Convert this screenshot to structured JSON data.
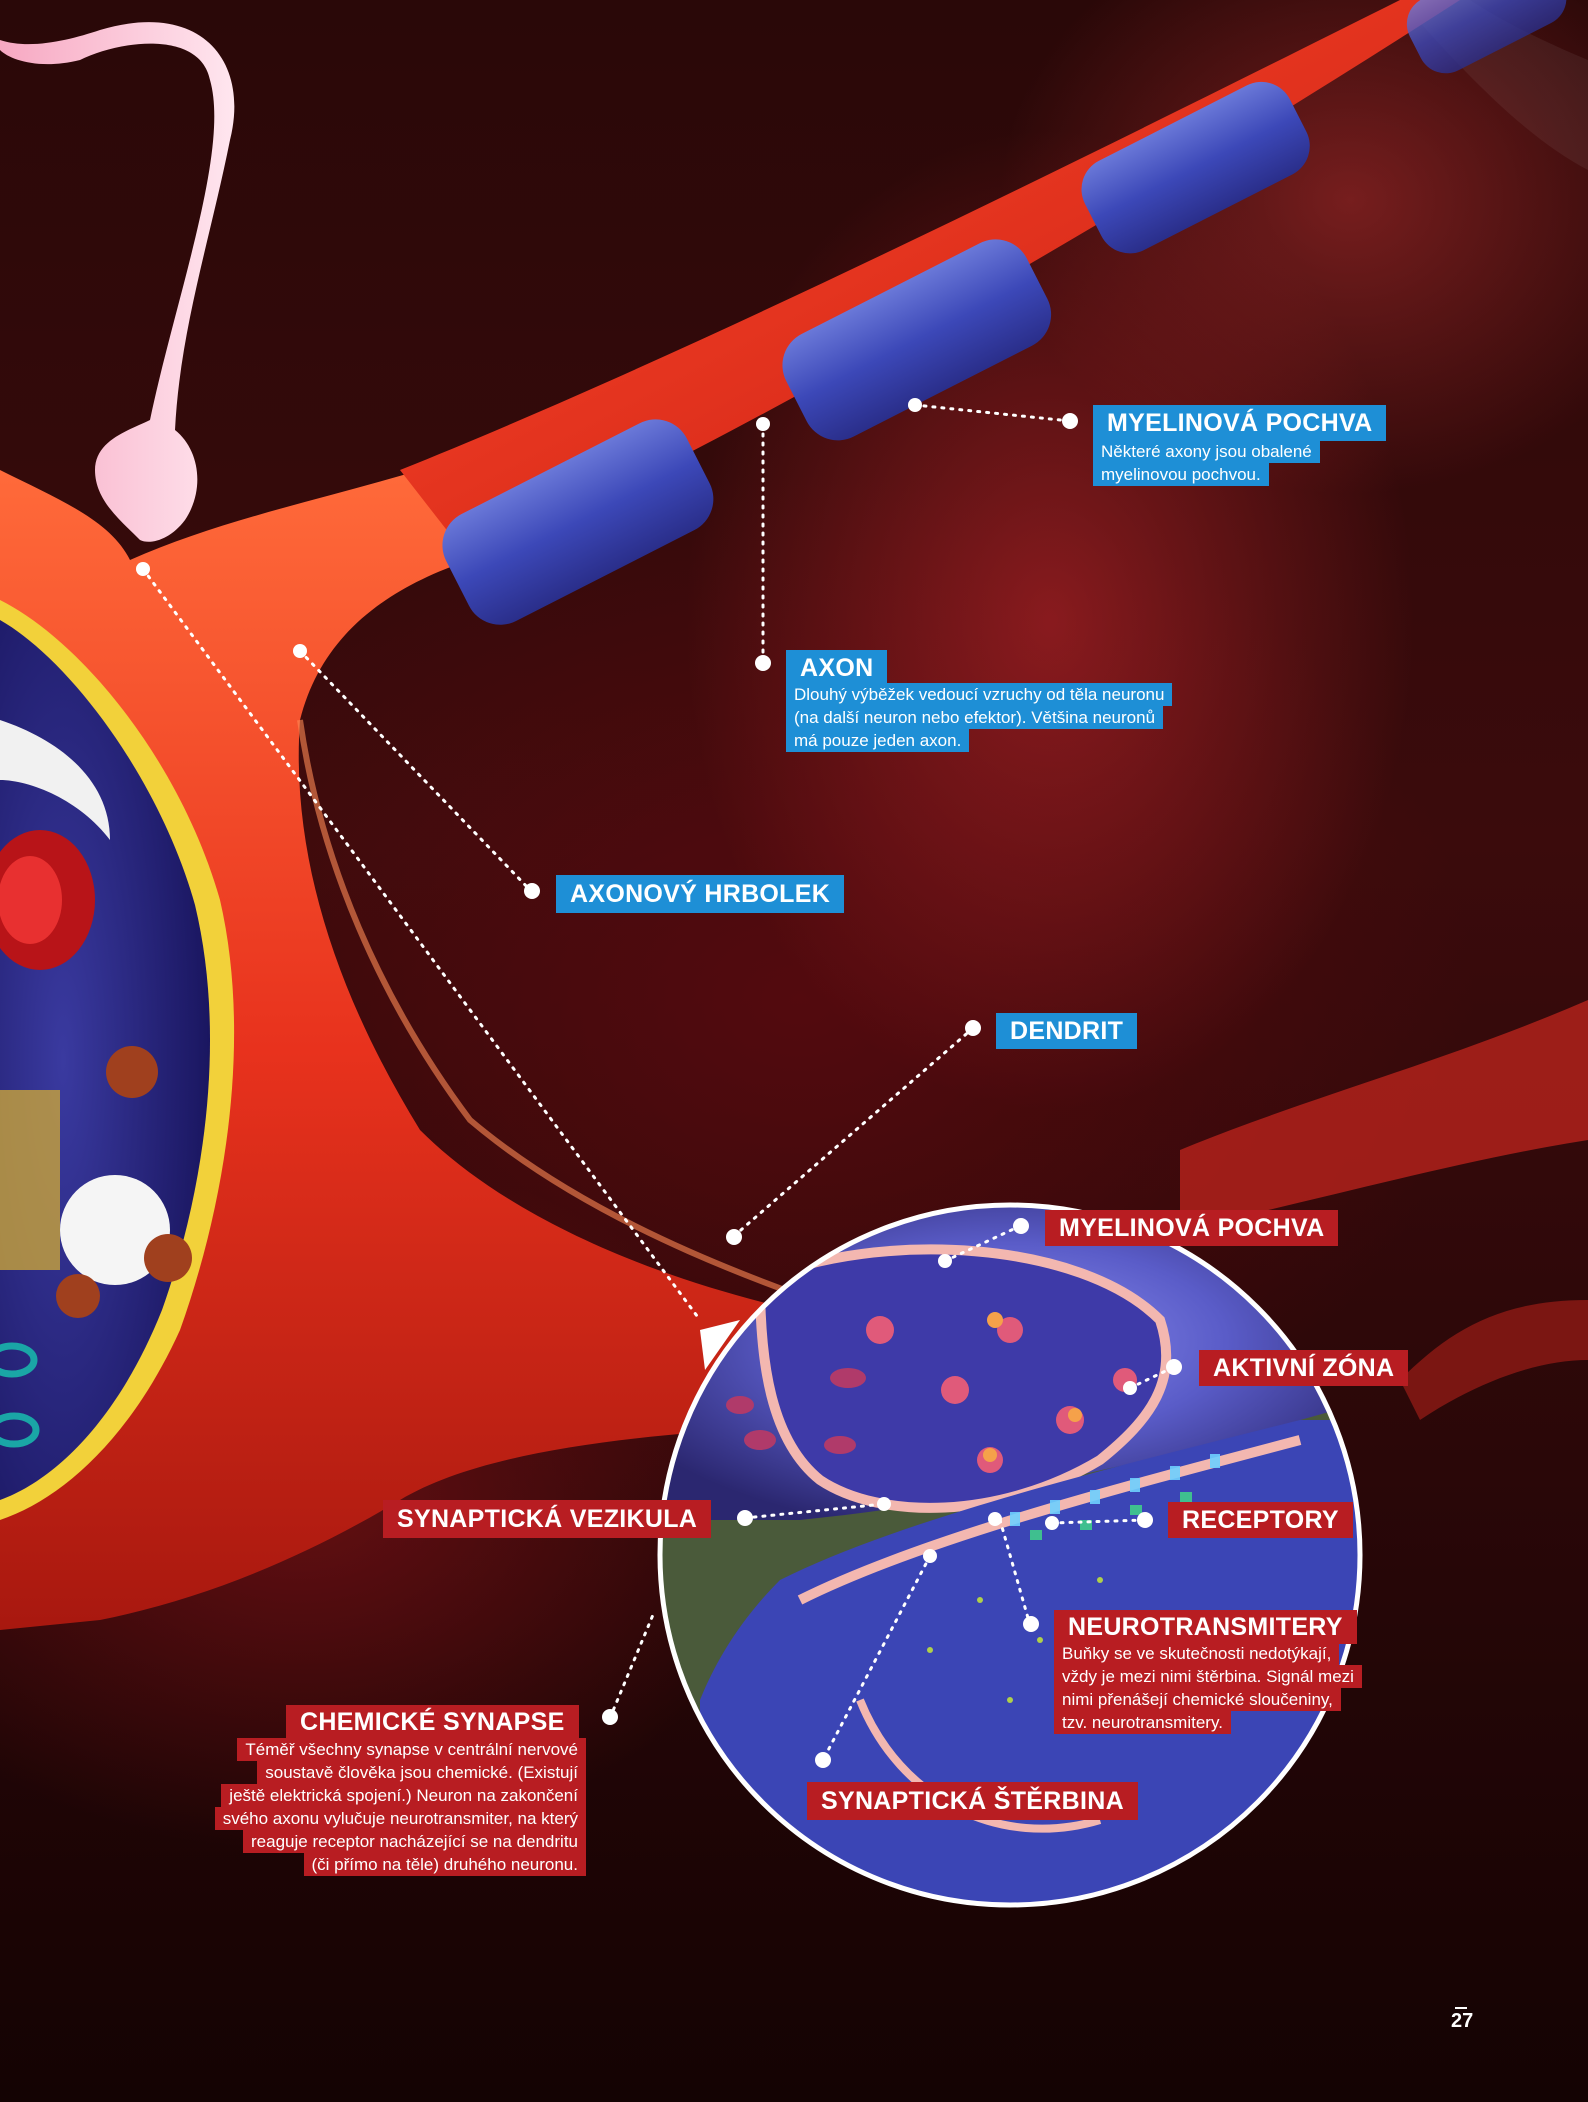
{
  "labels": {
    "myelin_sheath": {
      "title": "MYELINOVÁ POCHVA",
      "desc": [
        "Některé axony jsou obalené",
        "myelinovou pochvou."
      ]
    },
    "axon": {
      "title": "AXON",
      "desc": [
        "Dlouhý výběžek vedoucí vzruchy od těla neuronu",
        "(na další neuron nebo efektor). Většina neuronů",
        "má pouze jeden axon."
      ]
    },
    "axon_hillock": {
      "title": "AXONOVÝ HRBOLEK"
    },
    "dendrite": {
      "title": "DENDRIT"
    },
    "myelin_sheath_2": {
      "title": "MYELINOVÁ POCHVA"
    },
    "active_zone": {
      "title": "AKTIVNÍ ZÓNA"
    },
    "synaptic_vesicle": {
      "title": "SYNAPTICKÁ VEZIKULA"
    },
    "receptors": {
      "title": "RECEPTORY"
    },
    "neurotransmitters": {
      "title": "NEUROTRANSMITERY",
      "desc": [
        "Buňky se ve skutečnosti nedotýkají,",
        "vždy je mezi nimi štěrbina. Signál mezi",
        "nimi přenášejí chemické sloučeniny,",
        "tzv. neurotransmitery."
      ]
    },
    "chemical_synapse": {
      "title": "CHEMICKÉ SYNAPSE",
      "desc": [
        "Téměř všechny synapse v centrální nervové",
        "soustavě člověka jsou chemické. (Existují",
        "ještě elektrická spojení.) Neuron na zakončení",
        "svého axonu vylučuje neurotransmiter, na který",
        "reaguje receptor nacházející se na dendritu",
        "(či přímo na těle) druhého neuronu."
      ]
    },
    "synaptic_cleft": {
      "title": "SYNAPTICKÁ ŠTĚRBINA"
    }
  },
  "page_number": "27",
  "colors": {
    "blue_label": "#1e8fd6",
    "red_label": "#b81d22"
  }
}
